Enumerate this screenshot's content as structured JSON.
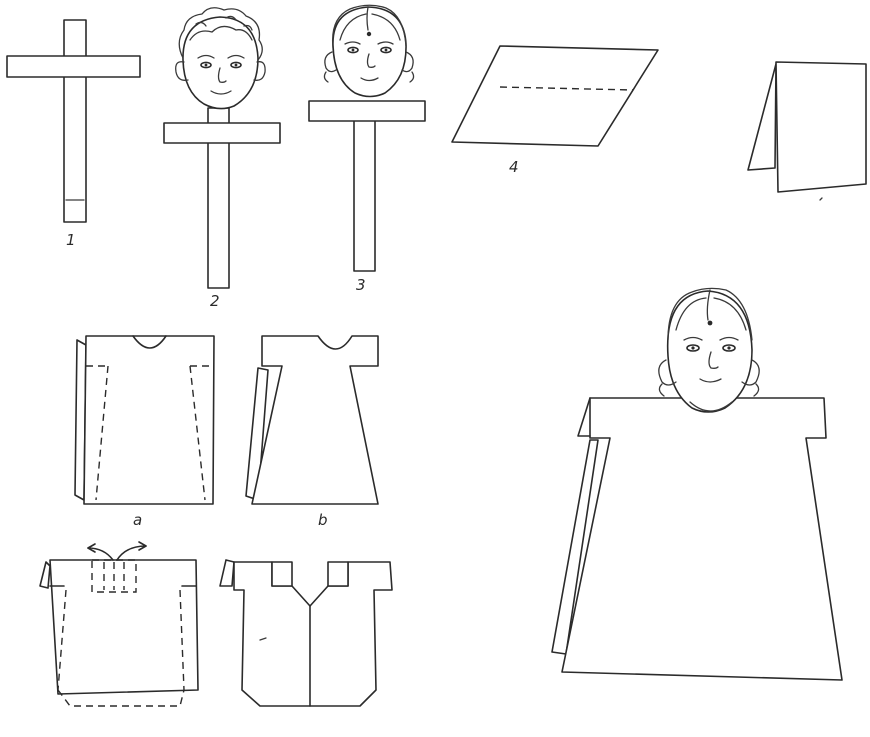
{
  "diagram": {
    "step_labels": [
      "1",
      "2",
      "3",
      "4",
      "a",
      "b"
    ]
  }
}
